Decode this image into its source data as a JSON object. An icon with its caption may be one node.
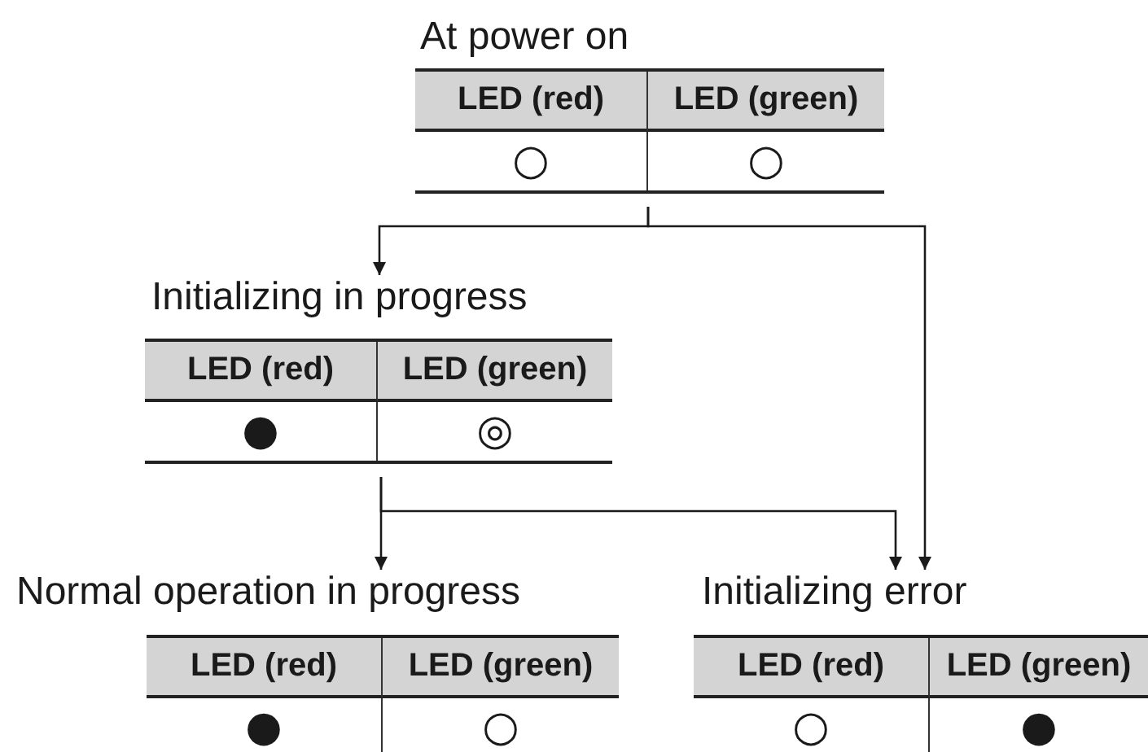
{
  "diagram": {
    "nodes": [
      {
        "text": [
          "At power on",
          "LED (red)",
          "LED (green)",
          "○",
          "○"
        ]
      },
      {
        "text": [
          "Initializing in progress",
          "LED (red)",
          "LED (green)",
          "●",
          "◎"
        ]
      },
      {
        "text": [
          "Normal operation in progress",
          "LED (red)",
          "LED (green)",
          "●",
          "○"
        ]
      },
      {
        "text": [
          "Initializing error",
          "LED (red)",
          "LED (green)",
          "○",
          "●"
        ]
      }
    ],
    "edges": [
      {
        "from": 0,
        "to": 1,
        "arrow": "to"
      },
      {
        "from": 0,
        "to": 3,
        "arrow": "to"
      },
      {
        "from": 1,
        "to": 2,
        "arrow": "to"
      },
      {
        "from": 1,
        "to": 3,
        "arrow": "to"
      }
    ]
  }
}
